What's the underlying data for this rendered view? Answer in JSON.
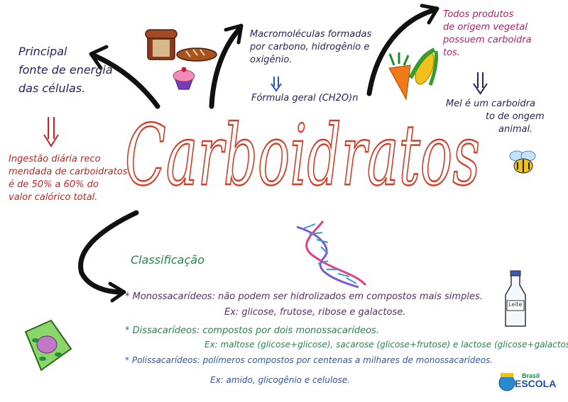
{
  "title": "Carboidratos",
  "left_note": {
    "lines": [
      "Principal",
      "fonte de energia",
      "das células."
    ]
  },
  "intake_note": {
    "lines": [
      "Ingestão diária reco",
      "mendada de carboidratos",
      "é de 50% a 60% do",
      "valor calórico total."
    ]
  },
  "macro_note": {
    "lines": [
      "Macromoléculas formadas",
      "por carbono, hidrogênio e",
      "oxigênio."
    ],
    "formula": "Fórmula geral (CH2O)n"
  },
  "plant_note": {
    "lines": [
      "Todos produtos",
      "de origem vegetal",
      "possuem carboidra",
      "tos."
    ]
  },
  "honey_note": {
    "lines": [
      "Mel é um carboidra",
      "to de ongem",
      "animal."
    ]
  },
  "classification": {
    "heading": "Classificação",
    "mono": {
      "label": "Monossacarídeos: não podem ser hidrolizados em compostos mais simples.",
      "example": "Ex: glicose, frutose, ribose e galactose."
    },
    "di": {
      "label": "Dissacarídeos: compostos por dois monossacarídeos.",
      "example": "Ex: maltose (glicose+glicose), sacarose (glicose+frutose) e lactose (glicose+galactose)."
    },
    "poli": {
      "label": "Polissacarídeos: polímeros compostos por centenas a milhares de monossacarídeos.",
      "example": "Ex: amido, glicogênio e celulose."
    }
  },
  "bottle_label": "Leite",
  "logo": {
    "line1": "Brasil",
    "line2": "ESCOLA"
  },
  "colors": {
    "title": "#d2402a",
    "navy": "#23245e",
    "red": "#c4241f",
    "magenta": "#c0186a",
    "green": "#1f8a4a",
    "purple": "#5b2a74",
    "blue": "#2a56b8"
  }
}
